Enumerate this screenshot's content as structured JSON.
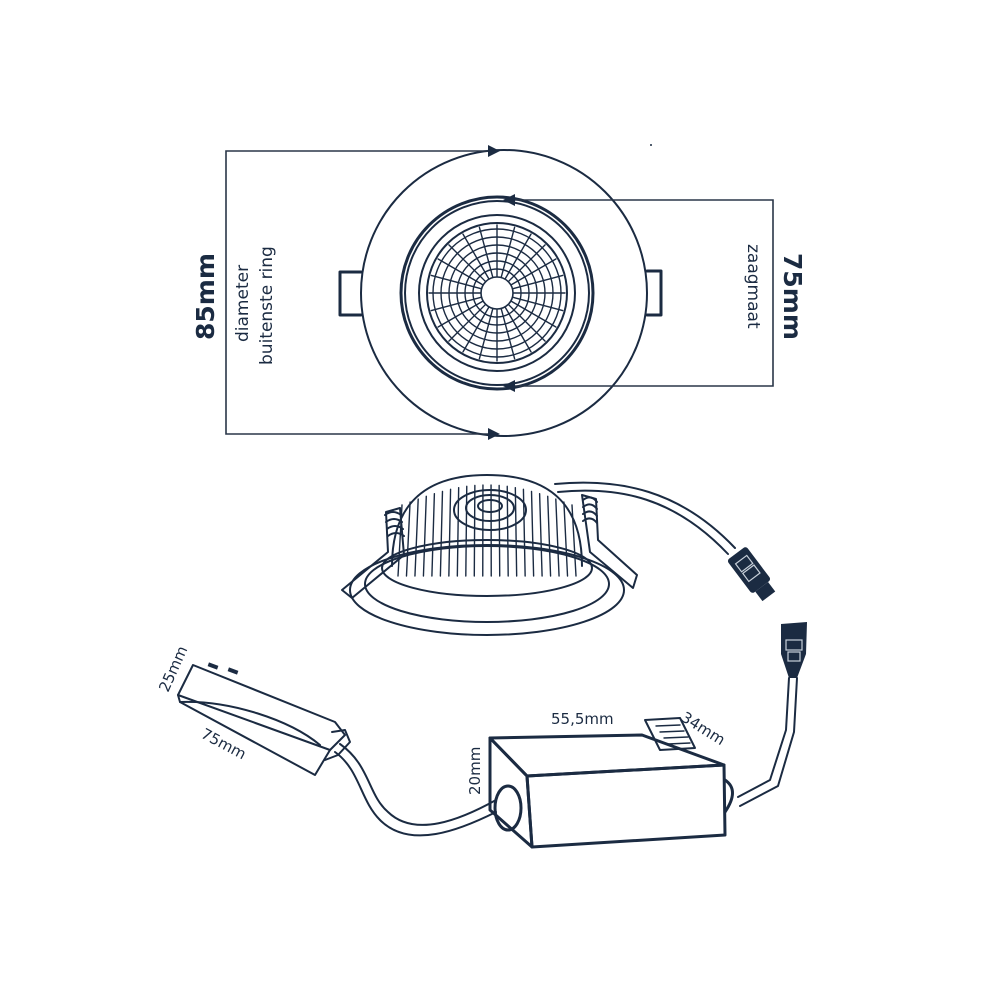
{
  "diagram": {
    "subject": "Recessed LED downlight with driver",
    "line_color": "#1b2b42",
    "background": "#ffffff",
    "top_view": {
      "outer_dimension": {
        "value": "85mm",
        "label_line1": "diameter",
        "label_line2": "buitenste ring"
      },
      "cutout_dimension": {
        "value": "75mm",
        "label": "zaagmaat"
      }
    },
    "driver": {
      "length": "55,5mm",
      "depth": "34mm",
      "height": "20mm"
    },
    "terminal_block": {
      "width": "25mm",
      "length": "75mm"
    }
  }
}
